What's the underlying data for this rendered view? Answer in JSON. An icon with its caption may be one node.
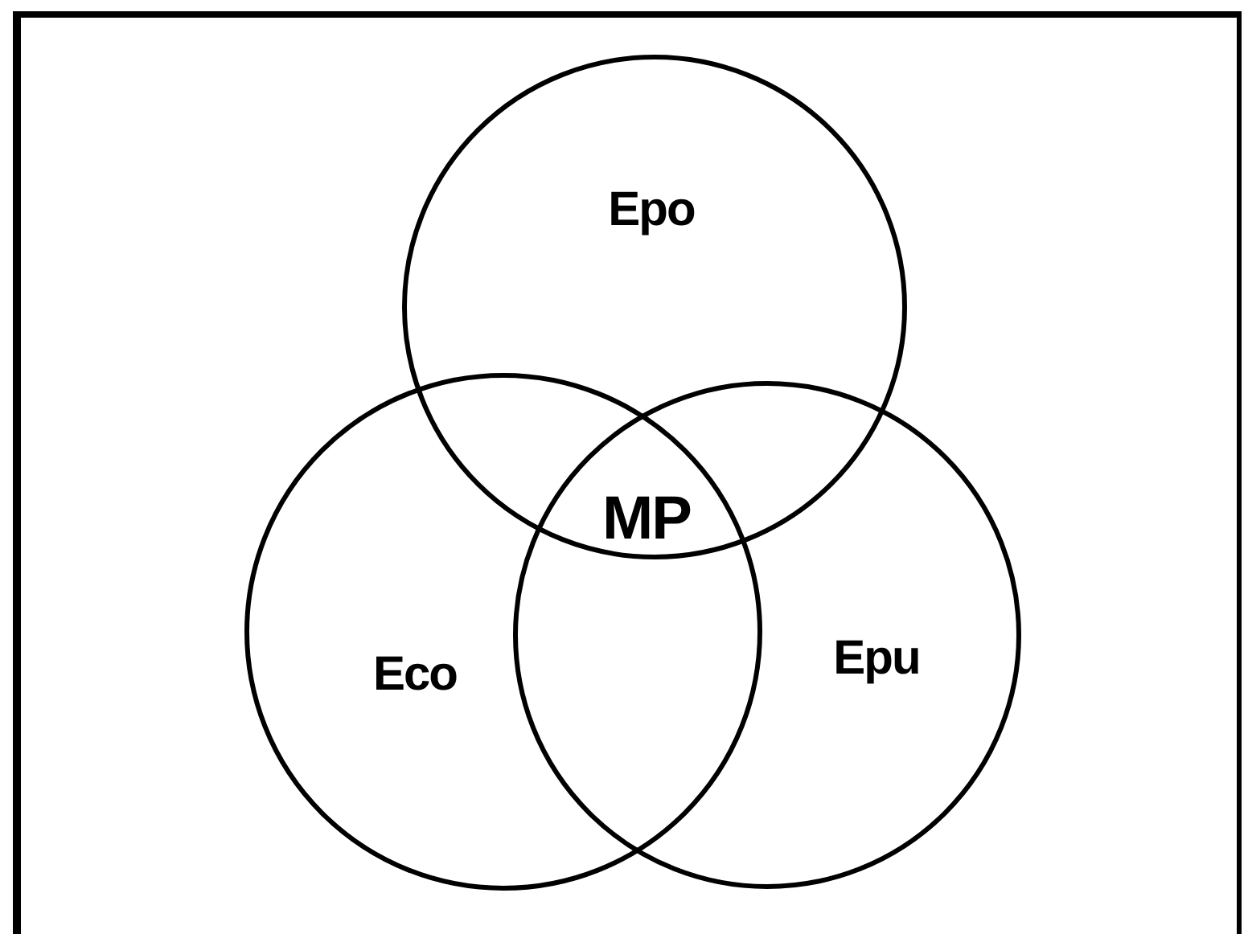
{
  "diagram": {
    "nodes": [
      {
        "text": [
          "Epo"
        ]
      },
      {
        "text": [
          "Eco"
        ]
      },
      {
        "text": [
          "Epu"
        ]
      }
    ],
    "labels": [
      "MP"
    ]
  }
}
